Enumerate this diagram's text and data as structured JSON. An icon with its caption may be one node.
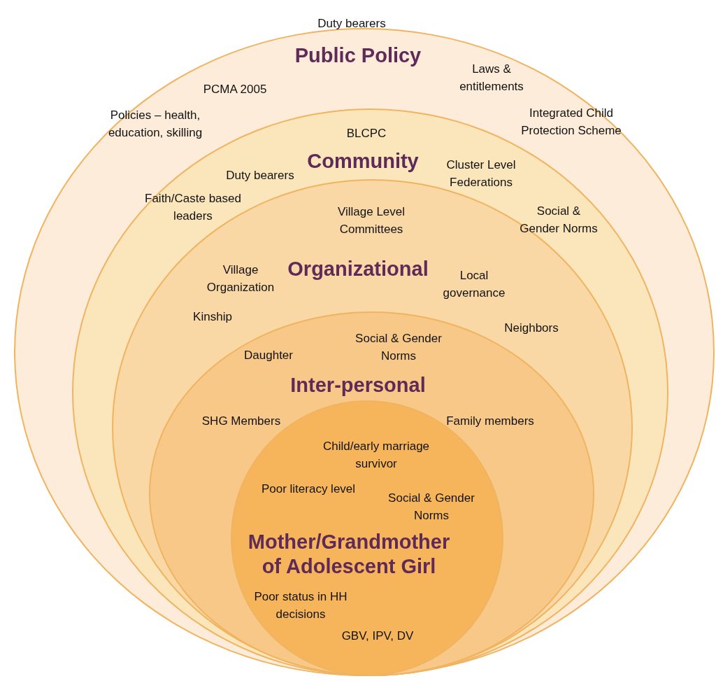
{
  "diagram": {
    "nodes": [
      {
        "text": [
          "Public Policy"
        ]
      },
      {
        "text": [
          "Community"
        ],
        "in": 0
      },
      {
        "text": [
          "Organizational"
        ],
        "in": 1
      },
      {
        "text": [
          "Inter-personal"
        ],
        "in": 2
      },
      {
        "text": [
          "Mother/Grandmother of Adolescent Girl"
        ],
        "in": 3
      }
    ],
    "edges": [],
    "labels": [
      "Duty bearers",
      "Laws & entitlements",
      "PCMA 2005",
      "Policies – health, education, skilling",
      "Integrated Child Protection Scheme",
      "BLCPC",
      "Cluster Level Federations",
      "Duty bearers",
      "Faith/Caste based leaders",
      "Village Level Committees",
      "Social & Gender Norms",
      "Village Organization",
      "Local governance",
      "Kinship",
      "Neighbors",
      "Social & Gender Norms",
      "Daughter",
      "SHG Members",
      "Family members",
      "Child/early marriage survivor",
      "Poor literacy level",
      "Social & Gender Norms",
      "Poor status in HH decisions",
      "GBV, IPV, DV"
    ]
  }
}
